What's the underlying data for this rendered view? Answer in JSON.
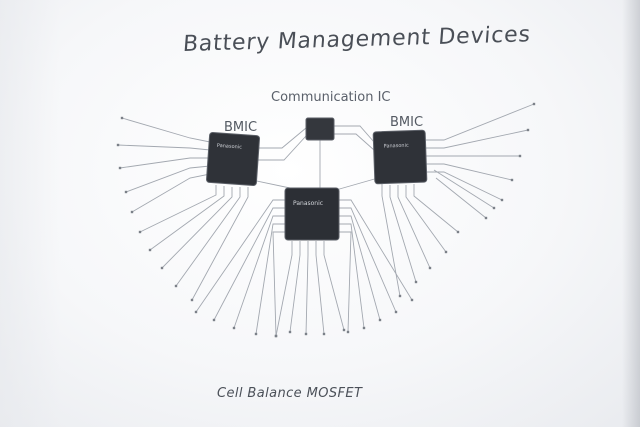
{
  "title": "Battery Management Devices",
  "communication_label": "Communication IC",
  "bmic_left_label": "BMIC",
  "bmic_right_label": "BMIC",
  "cell_balance_label": "Cell Balance MOSFET",
  "chip_brand": "Panasonic",
  "colors": {
    "chip_body": "#2f3238",
    "chip_edge": "#5b5f67",
    "line": "#9aa0a8",
    "text": "#4a4f57"
  }
}
